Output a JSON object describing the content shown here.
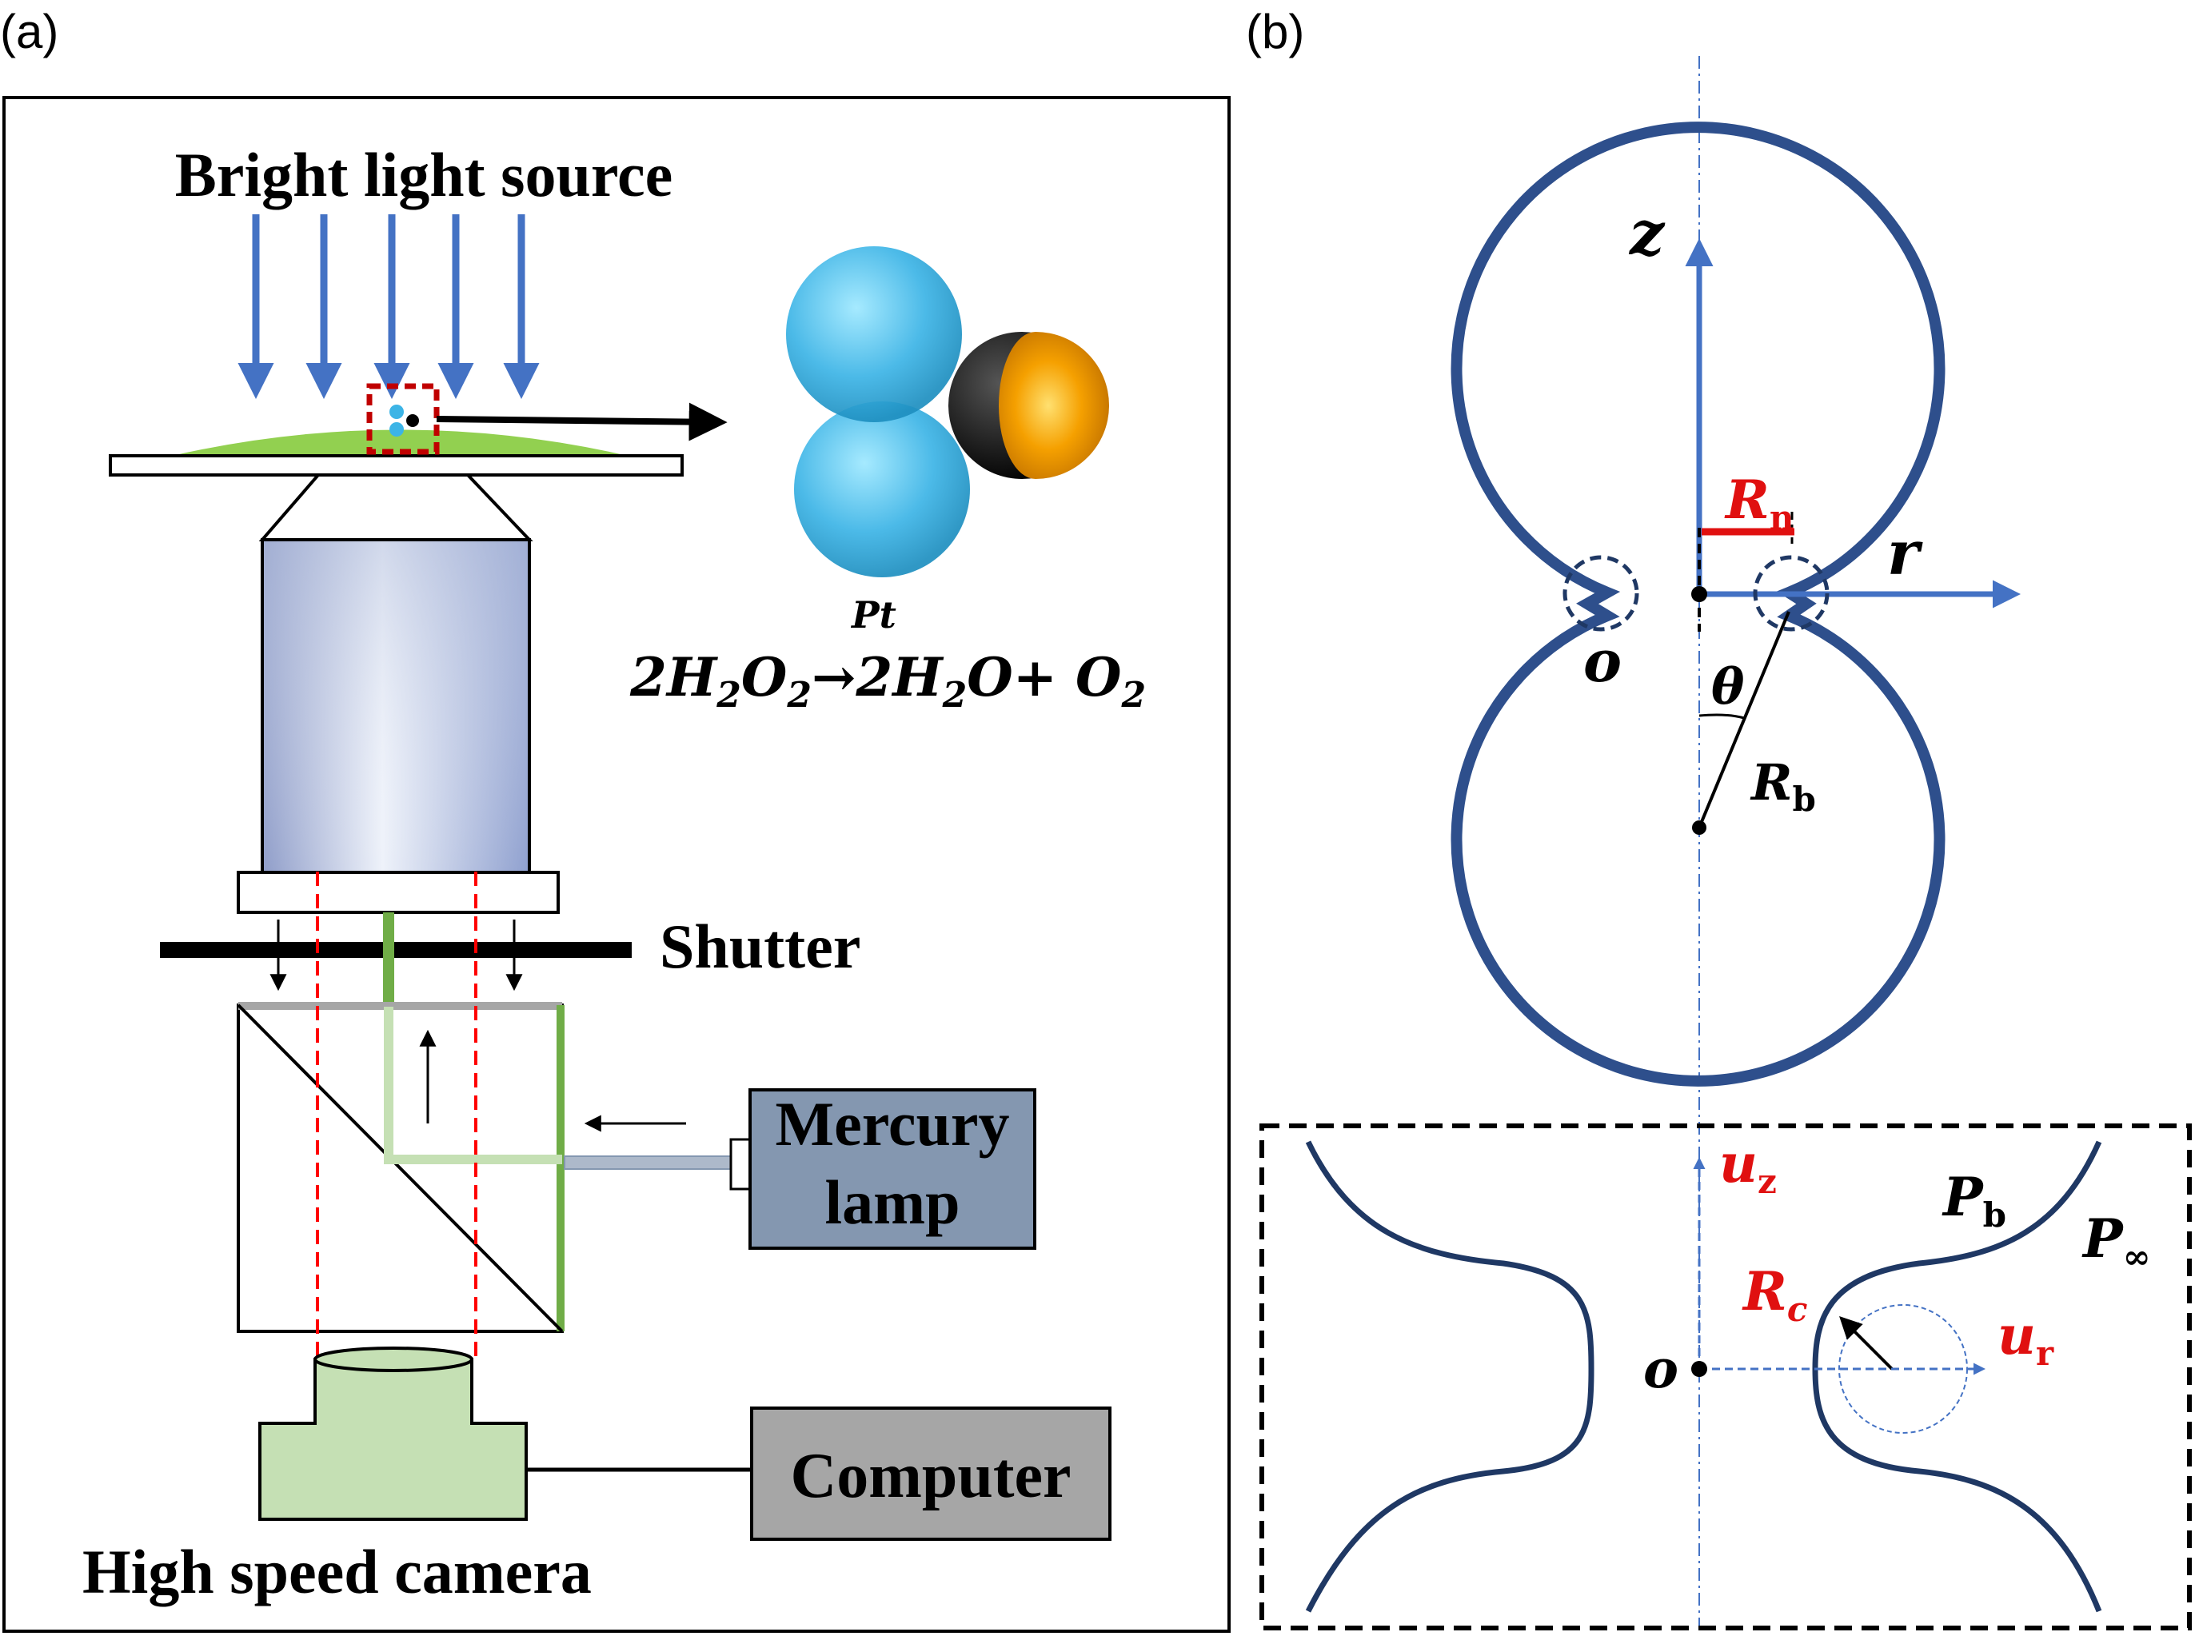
{
  "panel_a": {
    "label": "(a)",
    "light_source": "Bright light source",
    "shutter": "Shutter",
    "mercury_lamp_line1": "Mercury",
    "mercury_lamp_line2": "lamp",
    "computer": "Computer",
    "camera": "High speed camera",
    "reaction": {
      "catalyst": "Pt",
      "left": "2H",
      "left_sub1": "2",
      "left_o": "O",
      "left_sub2": "2",
      "arrow": "→",
      "right": "2H",
      "right_sub": "2",
      "right_o": "O+ O",
      "right_sub2": "2"
    }
  },
  "panel_b": {
    "label": "(b)",
    "axis_z": "z",
    "axis_r": "r",
    "origin": "o",
    "theta": "θ",
    "Rn": "R",
    "Rn_sub": "n",
    "Rb": "R",
    "Rb_sub": "b",
    "inset": {
      "uz": "u",
      "uz_sub": "z",
      "ur": "u",
      "ur_sub": "r",
      "Rc": "R",
      "Rc_sub": "c",
      "Pb": "P",
      "Pb_sub": "b",
      "Pinf": "P",
      "Pinf_sub": "∞",
      "origin": "o"
    }
  },
  "colors": {
    "arrow_blue": "#4472c4",
    "outline_navy": "#2e4f8c",
    "inset_navy": "#1f3864",
    "red": "#e01010",
    "droplet_green": "#92d050",
    "lamp_box": "#8497b0",
    "computer_box": "#a6a6a6",
    "camera_green": "#c5e0b4",
    "sphere_blue": "#3cb4e6",
    "janus_orange": "#f5a000"
  }
}
